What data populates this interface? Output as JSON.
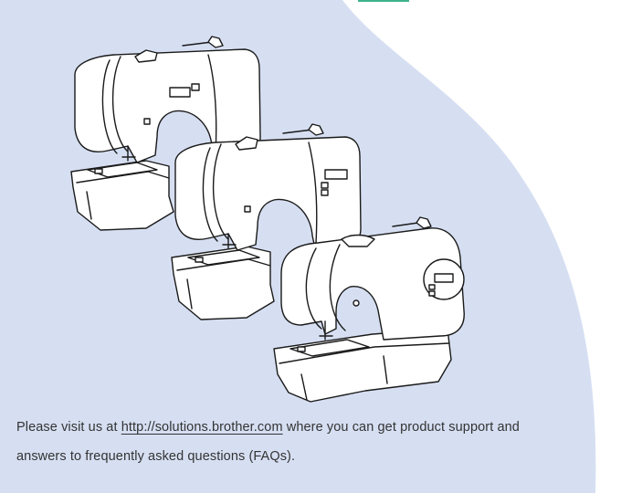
{
  "page": {
    "background_color": "#d6dff2",
    "accent_line_color": "#3fb38a"
  },
  "illustration": {
    "icon": "sewing-machines-illustration"
  },
  "footer": {
    "prefix": "Please visit us at ",
    "link_text": "http://solutions.brother.com",
    "suffix": " where you can get product support and",
    "line2": "answers to frequently asked questions (FAQs)."
  }
}
